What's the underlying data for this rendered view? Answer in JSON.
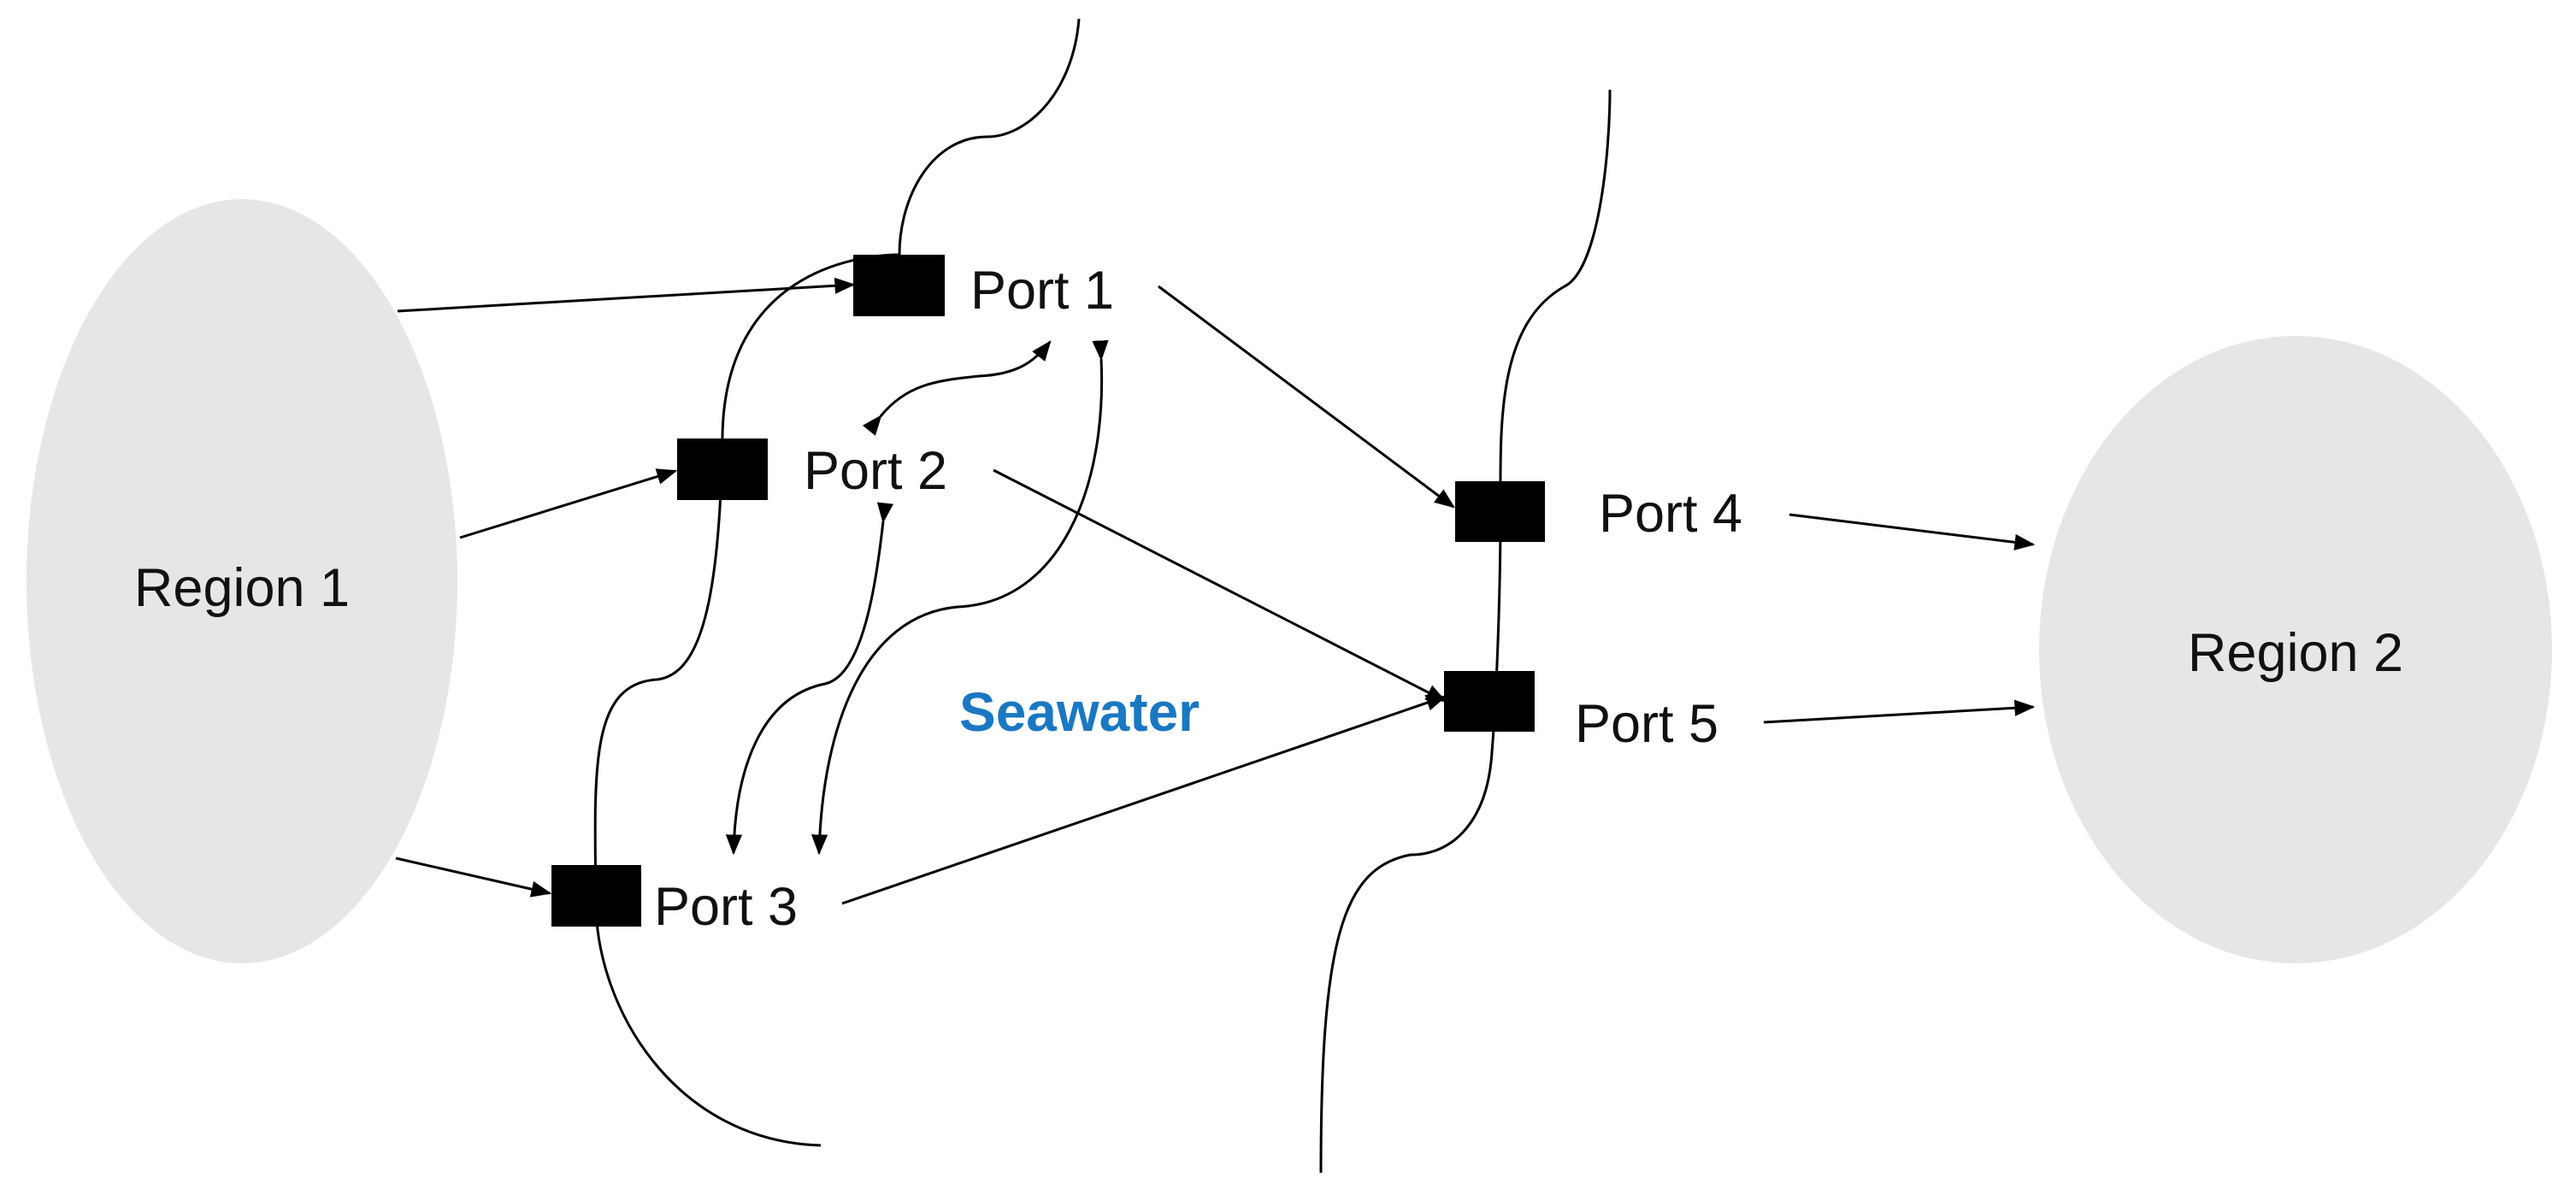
{
  "regions": [
    {
      "id": "region-1",
      "label": "Region 1"
    },
    {
      "id": "region-2",
      "label": "Region 2"
    }
  ],
  "ports": [
    {
      "id": "port-1",
      "label": "Port 1"
    },
    {
      "id": "port-2",
      "label": "Port 2"
    },
    {
      "id": "port-3",
      "label": "Port 3"
    },
    {
      "id": "port-4",
      "label": "Port 4"
    },
    {
      "id": "port-5",
      "label": "Port 5"
    }
  ],
  "sea_label": "Seawater",
  "colors": {
    "region_fill": "#e6e6e6",
    "port_fill": "#000000",
    "sea_label": "#1a78c2",
    "line": "#000000",
    "background": "#ffffff"
  }
}
